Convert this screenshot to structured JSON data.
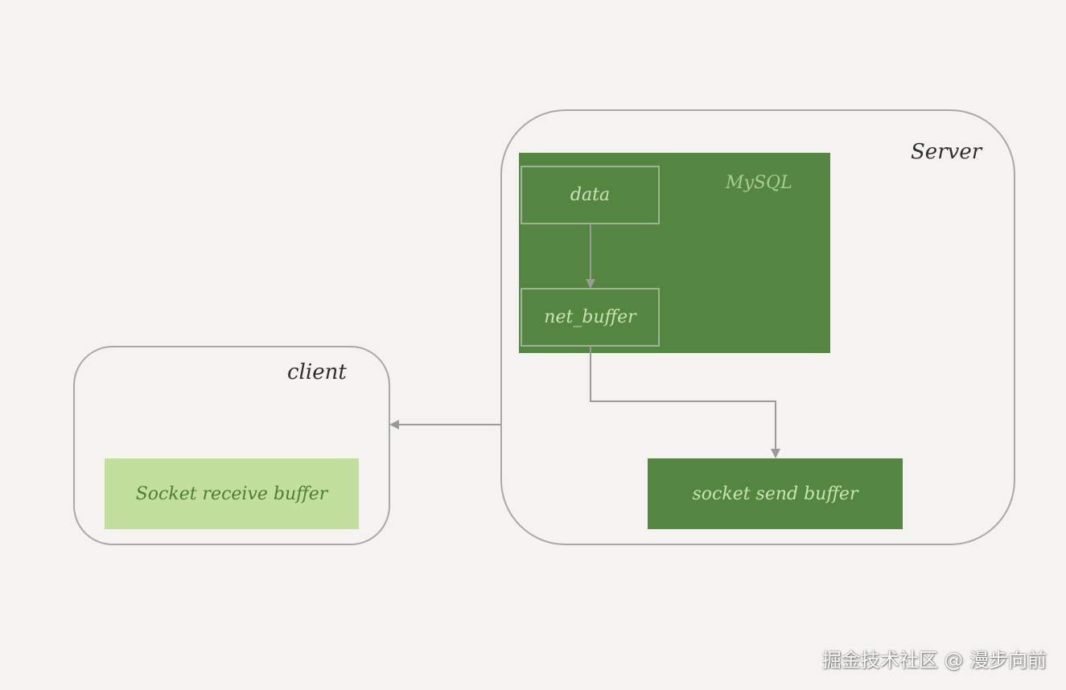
{
  "diagram": {
    "server_label": "Server",
    "client_label": "client",
    "mysql_label": "MySQL",
    "data_label": "data",
    "net_buffer_label": "net_buffer",
    "socket_send_buffer_label": "socket send buffer",
    "socket_receive_buffer_label": "Socket receive buffer"
  },
  "colors": {
    "background": "#f4f3ef",
    "mysql_block": "#558641",
    "send_buffer": "#558641",
    "receive_buffer": "#c3df9e",
    "outline": "#9a9a9a"
  },
  "watermark": {
    "text": "掘金技术社区 @ 漫步向前"
  }
}
